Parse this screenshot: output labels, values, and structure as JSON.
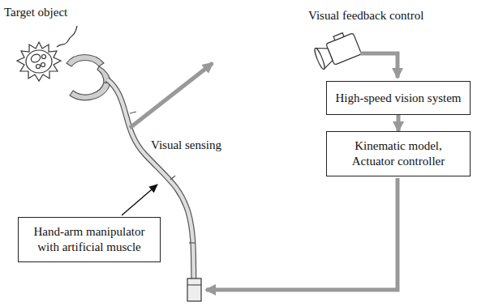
{
  "diagram": {
    "nodes": [
      {
        "text": [
          "High-speed vision system"
        ]
      },
      {
        "text": [
          "Kinematic model, Actuator controller"
        ]
      },
      {
        "text": [
          "Hand-arm manipulator with artificial muscle"
        ]
      }
    ],
    "edges": [
      {
        "from": 0,
        "to": 1,
        "arrow": "to"
      }
    ],
    "labels": [
      "Target object",
      "Visual feedback control",
      "Visual sensing"
    ]
  }
}
